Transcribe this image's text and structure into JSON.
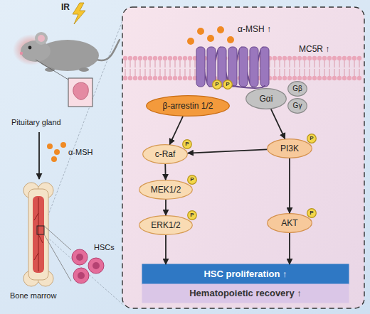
{
  "diagram": {
    "nodes": [
      {
        "text": [
          "P"
        ]
      },
      {
        "text": [
          "P"
        ]
      },
      {
        "text": [
          "β-arrestin 1/2"
        ]
      },
      {
        "text": [
          "Gαi"
        ]
      },
      {
        "text": [
          "Gβ"
        ]
      },
      {
        "text": [
          "Gγ"
        ]
      },
      {
        "text": [
          "c-Raf"
        ]
      },
      {
        "text": [
          "P"
        ]
      },
      {
        "text": [
          "PI3K"
        ]
      },
      {
        "text": [
          "P"
        ]
      },
      {
        "text": [
          "MEK1/2"
        ]
      },
      {
        "text": [
          "P"
        ]
      },
      {
        "text": [
          "ERK1/2"
        ]
      },
      {
        "text": [
          "P"
        ]
      },
      {
        "text": [
          "AKT"
        ]
      },
      {
        "text": [
          "P"
        ]
      },
      {
        "text": [
          "HSC proliferation ↑"
        ]
      },
      {
        "text": [
          "Hematopoietic recovery ↑"
        ]
      }
    ],
    "edges": [
      {
        "from": 2,
        "to": 6,
        "arrow": "to"
      },
      {
        "from": 3,
        "to": 8,
        "arrow": "to"
      },
      {
        "from": 8,
        "to": 6,
        "arrow": "to"
      },
      {
        "from": 6,
        "to": 10,
        "arrow": "to"
      },
      {
        "from": 10,
        "to": 12,
        "arrow": "to"
      },
      {
        "from": 8,
        "to": 14,
        "arrow": "to"
      },
      {
        "from": 12,
        "to": 16,
        "arrow": "to"
      },
      {
        "from": 14,
        "to": 16,
        "arrow": "to"
      }
    ],
    "labels": [
      "IR",
      "Pituitary gland",
      "α-MSH",
      "Bone marrow",
      "HSCs",
      "α-MSH ↑",
      "MC5R ↑"
    ]
  }
}
